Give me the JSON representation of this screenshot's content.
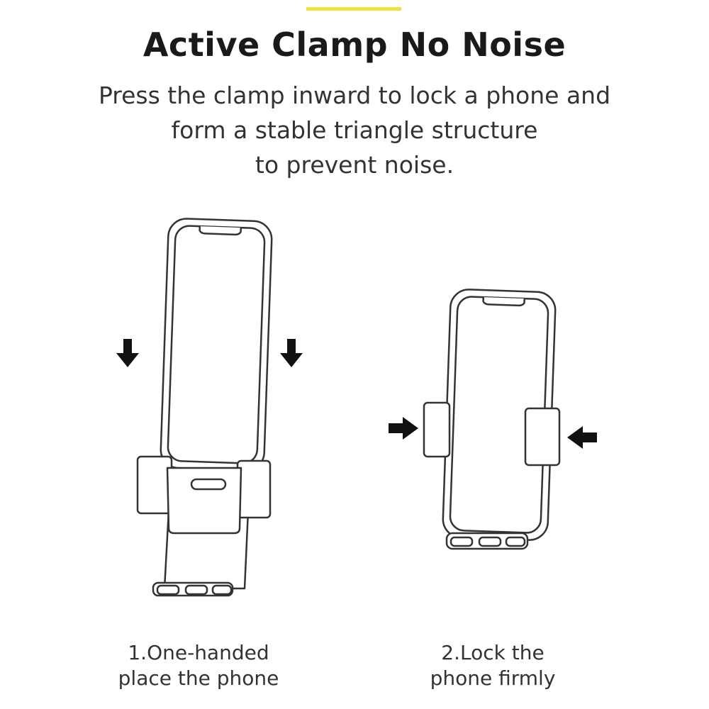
{
  "accent_color": "#f0e040",
  "title": "Active Clamp No Noise",
  "subtitle_lines": [
    "Press the clamp inward to lock a phone and",
    "form a stable triangle structure",
    "to prevent noise."
  ],
  "steps": [
    {
      "caption_lines": [
        "1.One-handed",
        "place the phone"
      ],
      "arrows": "down-arrow-icon"
    },
    {
      "caption_lines": [
        "2.Lock the",
        "phone firmly"
      ],
      "arrows": "right-left-arrow-icon"
    }
  ]
}
